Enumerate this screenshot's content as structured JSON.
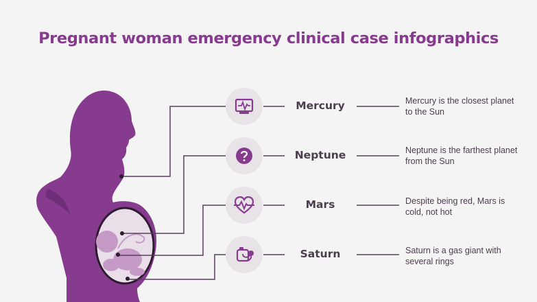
{
  "title": "Pregnant woman emergency clinical case infographics",
  "colors": {
    "accent": "#873b8f",
    "text": "#4c3d4e",
    "icon_bg": "#e8e3e6",
    "womb": "#eadfe8",
    "fetus": "#c69ac6",
    "line": "#56405a",
    "background": "#f5f4f4"
  },
  "items": [
    {
      "label": "Mercury",
      "icon": "monitor-icon",
      "description": "Mercury is the closest planet to the Sun"
    },
    {
      "label": "Neptune",
      "icon": "question-icon",
      "description": "Neptune is the farthest planet from the Sun"
    },
    {
      "label": "Mars",
      "icon": "heartbeat-icon",
      "description": "Despite being red, Mars is cold, not hot"
    },
    {
      "label": "Saturn",
      "icon": "stethoscope-icon",
      "description": "Saturn is a gas giant with several rings"
    }
  ]
}
